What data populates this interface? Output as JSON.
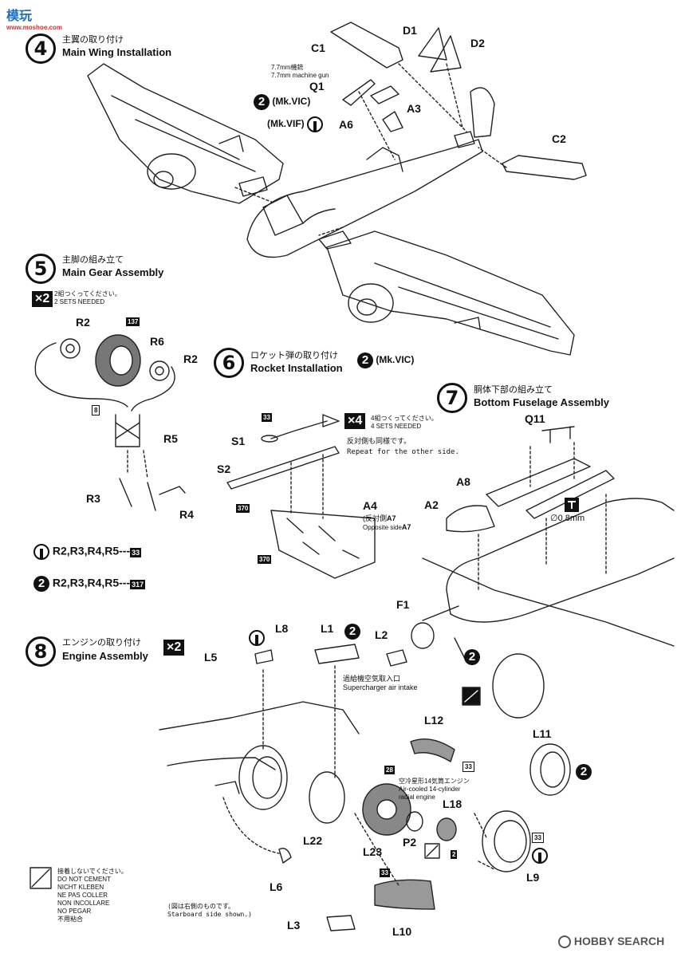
{
  "header": {
    "logo_chars": "模玩",
    "logo_url": "www.moshoe.com"
  },
  "step4": {
    "num": "4",
    "jp": "主翼の取り付け",
    "en": "Main Wing Installation"
  },
  "step5": {
    "num": "5",
    "jp": "主脚の組み立て",
    "en": "Main Gear Assembly",
    "mult": "×2",
    "mult_jp": "2組つくってください。",
    "mult_en": "2 SETS NEEDED"
  },
  "step6": {
    "num": "6",
    "jp": "ロケット弾の取り付け",
    "en": "Rocket Installation",
    "variant": "(Mk.VIC)",
    "mult": "×4",
    "mult_jp": "4組つくってください。",
    "mult_en": "4 SETS NEEDED",
    "repeat_jp": "反対側も同様です。",
    "repeat_en": "Repeat for the other side.",
    "a4_jp": "(反対側",
    "a4_en": "Opposite side",
    "a4_alt": "A7"
  },
  "step7": {
    "num": "7",
    "jp": "胴体下部の組み立て",
    "en": "Bottom Fuselage Assembly",
    "drill": "∅0.8mm"
  },
  "step8": {
    "num": "8",
    "jp": "エンジンの取り付け",
    "en": "Engine Assembly",
    "mult": "×2",
    "intake_jp": "過給機空気取入口",
    "intake_en": "Supercharger air intake",
    "engine_jp": "空冷星形14気筒エンジン",
    "engine_en": "Air-cooled 14-cylinder radial engine",
    "starboard_jp": "(図は右側のものです。",
    "starboard_en": "Starboard side shown.)"
  },
  "mg": {
    "jp": "7.7mm機銃",
    "en": "7.7mm machine gun"
  },
  "variants": {
    "mk6c": "(Mk.VIC)",
    "mk6f": "(Mk.VIF)",
    "one": "1",
    "two": "2"
  },
  "parts": {
    "C1": "C1",
    "D1": "D1",
    "D2": "D2",
    "Q1": "Q1",
    "A3": "A3",
    "A6": "A6",
    "C2": "C2",
    "R2": "R2",
    "R6": "R6",
    "R5": "R5",
    "R3": "R3",
    "R4": "R4",
    "S1": "S1",
    "S2": "S2",
    "A4": "A4",
    "Q11": "Q11",
    "A8": "A8",
    "A2": "A2",
    "F1": "F1",
    "L8": "L8",
    "L1": "L1",
    "L2": "L2",
    "L5": "L5",
    "L12": "L12",
    "L11": "L11",
    "L18": "L18",
    "L22": "L22",
    "L23": "L23",
    "P2": "P2",
    "L9": "L9",
    "L6": "L6",
    "L3": "L3",
    "L10": "L10"
  },
  "colors": {
    "c33": "33",
    "c137": "137",
    "c370": "370",
    "c317": "317",
    "c28": "28",
    "c8": "8"
  },
  "legend": {
    "row1_parts": "R2,R3,R4,R5---",
    "row1_code": "33",
    "row2_parts": "R2,R3,R4,R5---",
    "row2_code": "317"
  },
  "cement": {
    "jp": "接着しないでください。",
    "en": "DO NOT CEMENT",
    "de": "NICHT KLEBEN",
    "fr": "NE PAS COLLER",
    "it": "NON INCOLLARE",
    "es": "NO PEGAR",
    "zh": "不用粘合"
  },
  "footer": {
    "watermark": "HOBBY SEARCH"
  }
}
